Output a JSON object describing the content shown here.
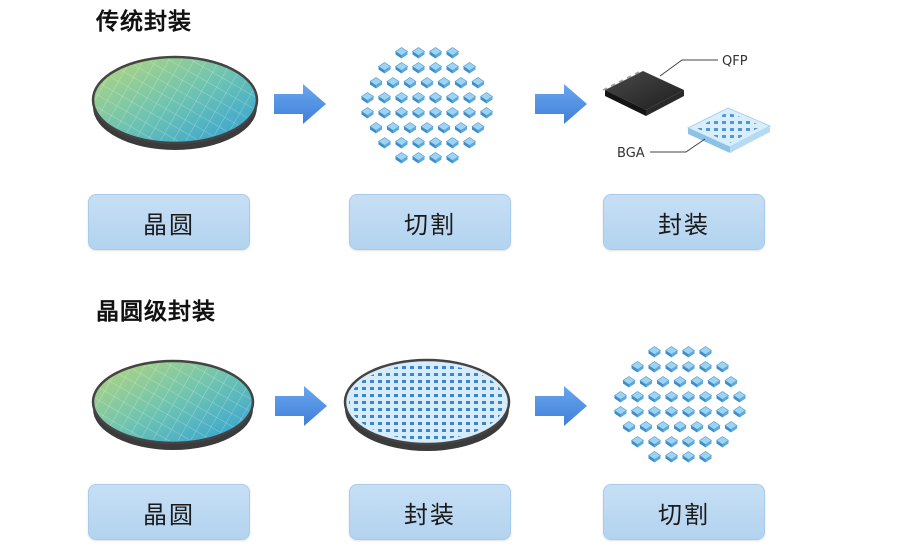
{
  "traditional": {
    "title": "传统封装",
    "steps": [
      "晶圆",
      "切割",
      "封装"
    ],
    "package_labels": {
      "qfp": "QFP",
      "bga": "BGA"
    }
  },
  "wafer_level": {
    "title": "晶圆级封装",
    "steps": [
      "晶圆",
      "封装",
      "切割"
    ]
  },
  "colors": {
    "arrow": "#4a8be0",
    "label_box": "#bcd8f1",
    "chip": "#5aa6d9"
  }
}
